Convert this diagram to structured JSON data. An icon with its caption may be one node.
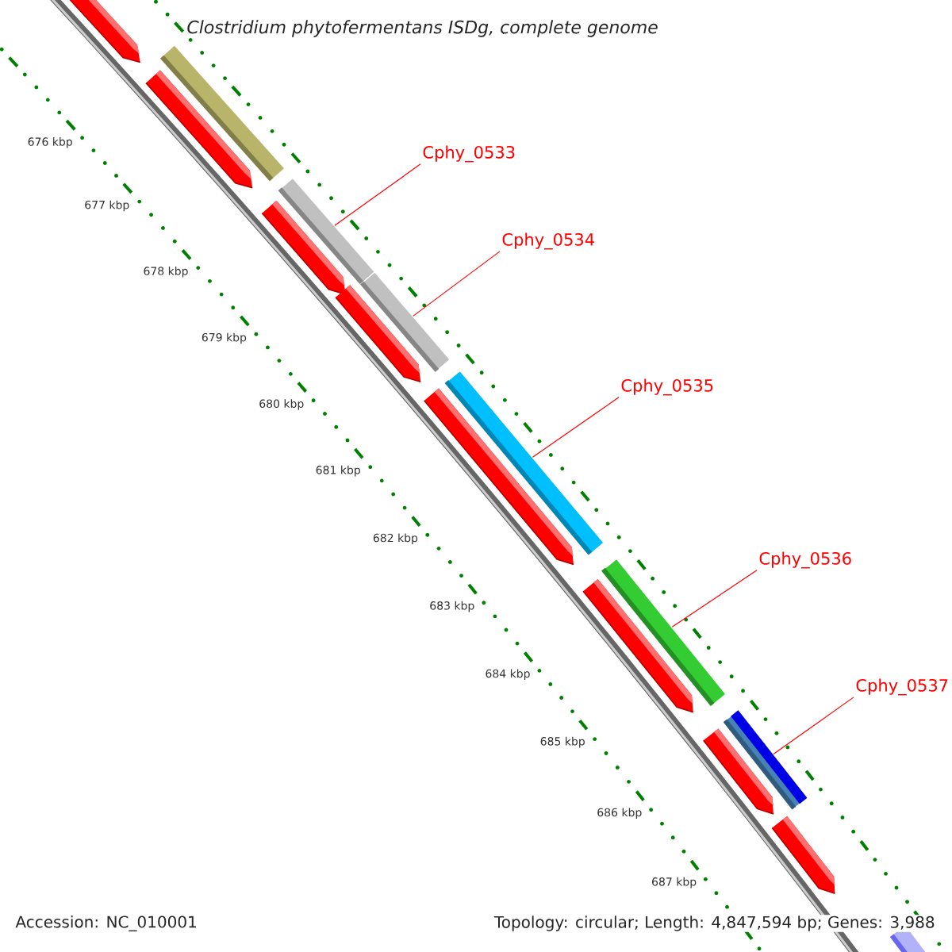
{
  "diagram": {
    "title": "Clostridium phytofermentans ISDg, complete genome",
    "nodes": [
      {
        "text": [
          "Cphy_0533"
        ]
      },
      {
        "text": [
          "Cphy_0534"
        ]
      },
      {
        "text": [
          "Cphy_0535"
        ]
      },
      {
        "text": [
          "Cphy_0536"
        ]
      },
      {
        "text": [
          "Cphy_0537"
        ]
      },
      {
        "text": [],
        "shape": "bar"
      },
      {
        "text": [],
        "shape": "bar"
      },
      {
        "text": [],
        "shape": "bar"
      },
      {
        "text": [],
        "shape": "bar"
      },
      {
        "text": [],
        "shape": "bar"
      }
    ],
    "edges": [
      {
        "from": 0,
        "to": 5,
        "arrow": "none"
      },
      {
        "from": 1,
        "to": 6,
        "arrow": "none"
      },
      {
        "from": 2,
        "to": 7,
        "arrow": "none"
      },
      {
        "from": 3,
        "to": 8,
        "arrow": "none"
      },
      {
        "from": 4,
        "to": 9,
        "arrow": "none"
      }
    ],
    "labels": [
      "676 kbp",
      "677 kbp",
      "678 kbp",
      "679 kbp",
      "680 kbp",
      "681 kbp",
      "682 kbp",
      "683 kbp",
      "684 kbp",
      "685 kbp",
      "686 kbp",
      "687 kbp",
      "Accession: NC_010001",
      "Topology: circular; Length: 4,847,594 bp; Genes: 3,988"
    ]
  }
}
